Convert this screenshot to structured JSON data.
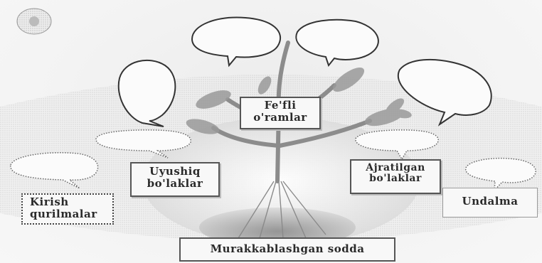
{
  "diagram": {
    "center": {
      "line1": "Fe'fli",
      "line2": "o'ramlar"
    },
    "boxes": {
      "uyushiq": {
        "line1": "Uyushiq",
        "line2": "bo'laklar"
      },
      "ajratilgan": {
        "line1": "Ajratilgan",
        "line2": "bo'laklar"
      },
      "kirish": {
        "line1": "Kirish",
        "line2": "qurilmalar"
      },
      "undalma": {
        "text": "Undalma"
      },
      "base": {
        "text": "Murakkablashgan sodda"
      }
    }
  }
}
